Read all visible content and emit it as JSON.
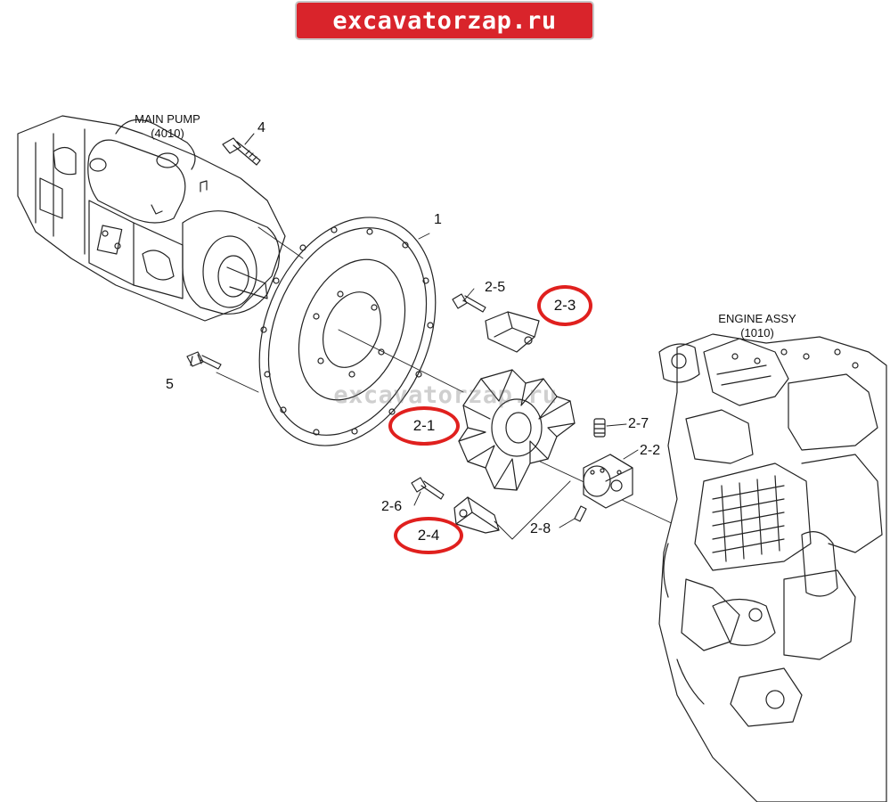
{
  "banner": {
    "text": "excavatorzap.ru"
  },
  "watermark": {
    "text": "excavatorzap.ru"
  },
  "titles": {
    "main_pump": {
      "name": "MAIN PUMP",
      "code": "(4010)"
    },
    "engine": {
      "name": "ENGINE ASSY",
      "code": "(1010)"
    }
  },
  "callouts": {
    "c1": "1",
    "c4": "4",
    "c5": "5",
    "c2_2": "2-2",
    "c2_5": "2-5",
    "c2_6": "2-6",
    "c2_7": "2-7",
    "c2_8": "2-8"
  },
  "highlighted": {
    "h2_1": "2-1",
    "h2_3": "2-3",
    "h2_4": "2-4"
  },
  "colors": {
    "highlight": "#e0201e",
    "banner": "#d9242b",
    "line": "#222222"
  }
}
